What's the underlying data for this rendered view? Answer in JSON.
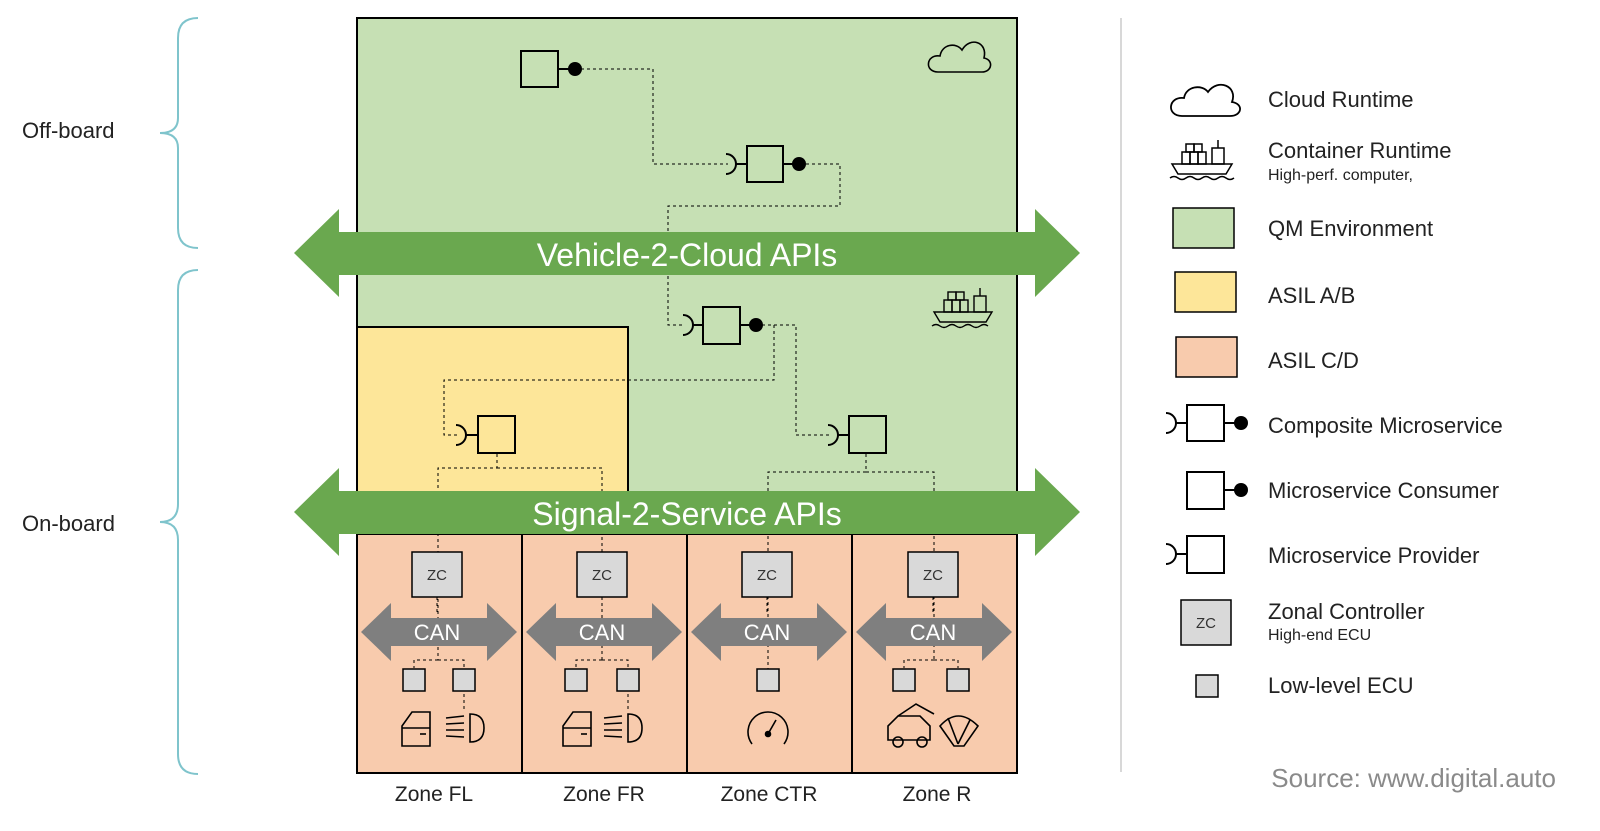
{
  "side_labels": {
    "offboard": "Off-board",
    "onboard": "On-board"
  },
  "apis": {
    "v2c": "Vehicle-2-Cloud APIs",
    "s2s": "Signal-2-Service APIs"
  },
  "bus_label": "CAN",
  "zc_label": "ZC",
  "zones": [
    "Zone FL",
    "Zone FR",
    "Zone CTR",
    "Zone R"
  ],
  "legend": {
    "cloud": "Cloud Runtime",
    "container": "Container Runtime",
    "container_sub": "High-perf. computer,",
    "qm": "QM Environment",
    "asil_ab": "ASIL A/B",
    "asil_cd": "ASIL C/D",
    "composite": "Composite Microservice",
    "consumer": "Microservice Consumer",
    "provider": "Microservice Provider",
    "zonal": "Zonal Controller",
    "zonal_sub": "High-end ECU",
    "low_ecu": "Low-level ECU"
  },
  "source": "Source: www.digital.auto",
  "colors": {
    "qm": "#c6e0b4",
    "asil_ab": "#fde699",
    "asil_cd": "#f8cbad",
    "api_arrow": "#6aa84f",
    "can_arrow": "#7f7f7f",
    "zc_fill": "#d9d9d9",
    "bracket": "#7fc4cc"
  }
}
